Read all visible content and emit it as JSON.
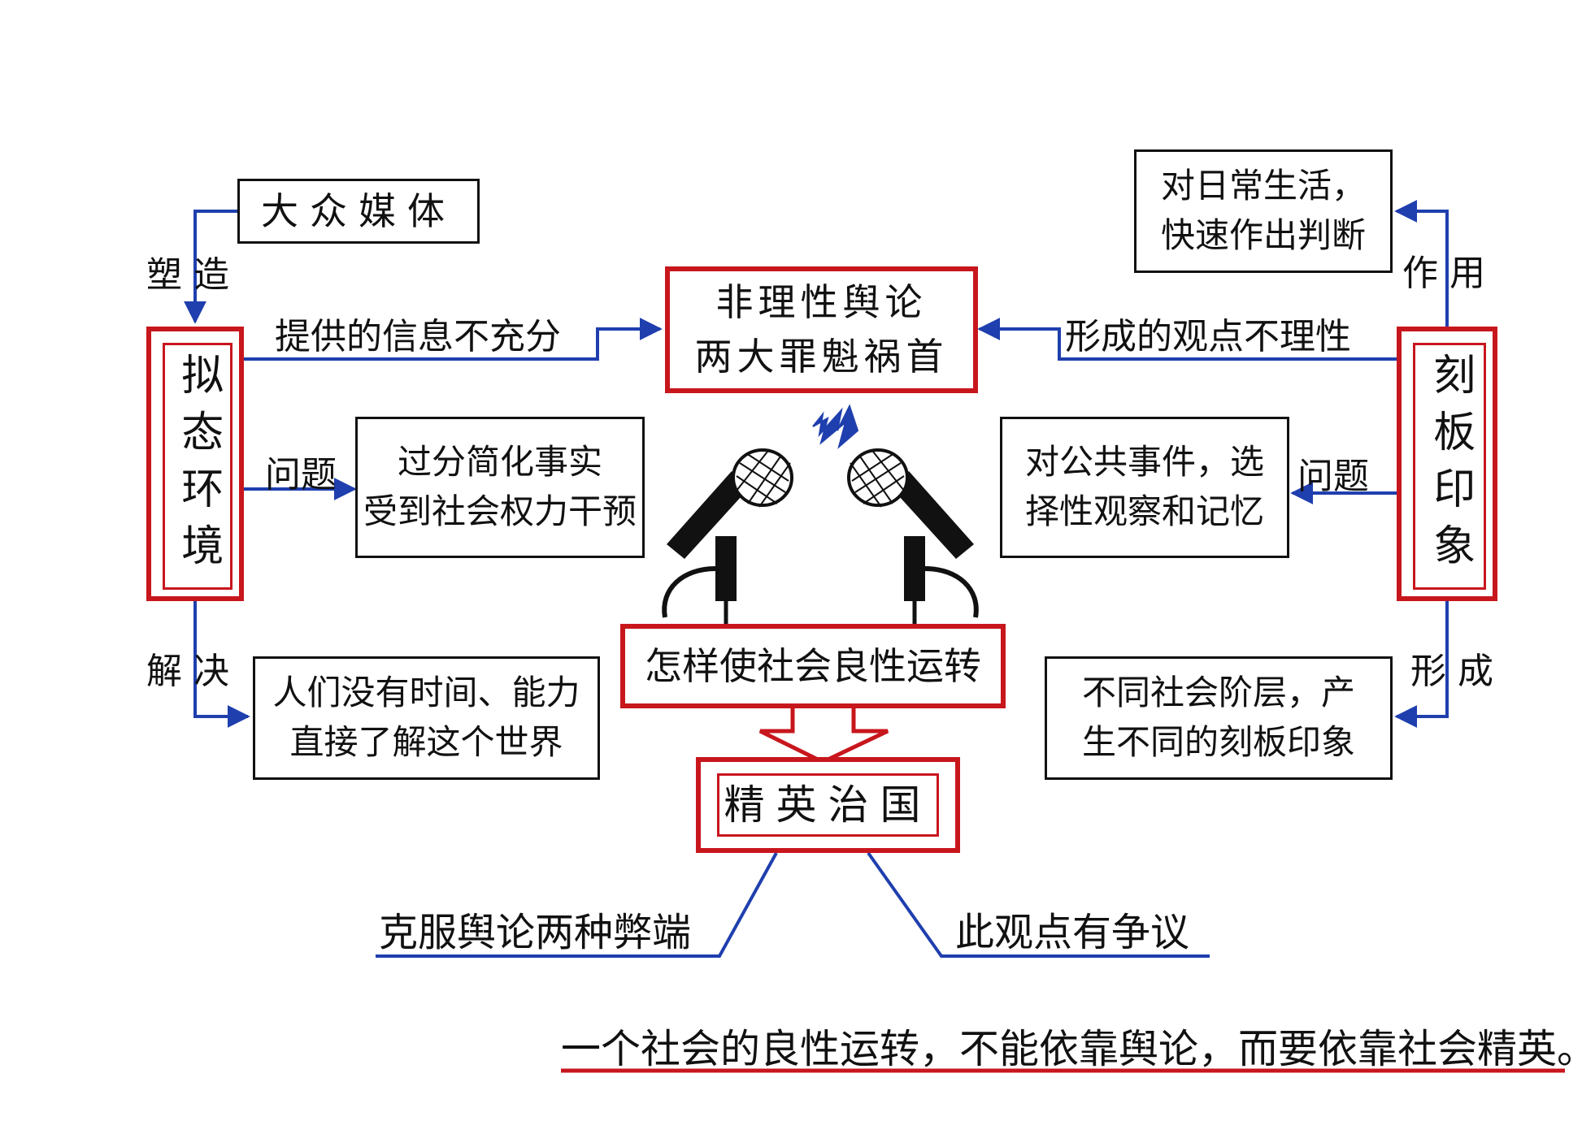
{
  "colors": {
    "box_border": "#111111",
    "accent_red": "#c8161d",
    "connector_blue": "#1f3fae",
    "mic": "#111111",
    "spark": "#1f3fae"
  },
  "icons": [
    "microphone-icon",
    "lightning-spark-icon"
  ],
  "left_core": {
    "label": "拟态环境"
  },
  "right_core": {
    "label": "刻板印象"
  },
  "center_top": {
    "line1": "非理性舆论",
    "line2": "两大罪魁祸首"
  },
  "center_middle": {
    "label": "怎样使社会良性运转"
  },
  "center_bottom": {
    "label": "精英治国"
  },
  "left_nodes": {
    "mass_media": "大众媒体",
    "problem": "过分简化事实\n受到社会权力干预",
    "solution": "人们没有时间、能力\n直接了解这个世界"
  },
  "right_nodes": {
    "daily_life": "对日常生活，\n快速作出判断",
    "public_events": "对公共事件，选\n择性观察和记忆",
    "classes": "不同社会阶层，产\n生不同的刻板印象"
  },
  "edge_labels": {
    "shape": "塑造",
    "insufficient_info": "提供的信息不充分",
    "left_problem": "问题",
    "left_solve": "解决",
    "effect": "作用",
    "irrational_view": "形成的观点不理性",
    "right_problem": "问题",
    "form": "形成"
  },
  "bottom": {
    "left_note": "克服舆论两种弊端",
    "right_note": "此观点有争议",
    "conclusion": "一个社会的良性运转，不能依靠舆论，而要依靠社会精英。"
  }
}
